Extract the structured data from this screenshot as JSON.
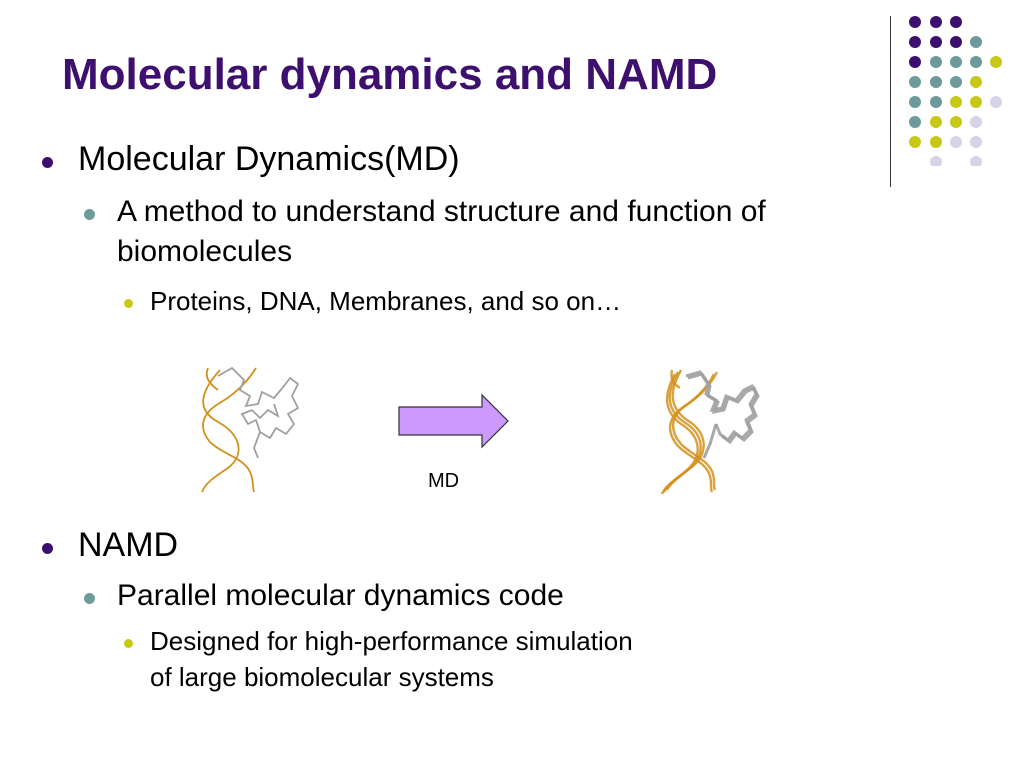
{
  "slide": {
    "title": "Molecular dynamics and NAMD",
    "sections": [
      {
        "heading": "Molecular Dynamics(MD)",
        "sub": {
          "text_line1": "A method to understand structure and function of",
          "text_line2": "biomolecules",
          "sub": {
            "text": "Proteins, DNA, Membranes, and so on…"
          }
        }
      },
      {
        "heading": "NAMD",
        "sub": {
          "text": "Parallel molecular dynamics code",
          "sub": {
            "text_line1": "Designed for high-performance simulation",
            "text_line2": "of large biomolecular systems"
          }
        }
      }
    ],
    "figure": {
      "arrow_label": "MD",
      "arrow_color": "#cc99ff",
      "dna_color": "#d4901c",
      "protein_color": "#a0a0a0"
    },
    "colors": {
      "title": "#3d0f6e",
      "bullet_level1": "#3d0f6e",
      "bullet_level2": "#6d9a9a",
      "bullet_level3": "#c8c818"
    }
  }
}
